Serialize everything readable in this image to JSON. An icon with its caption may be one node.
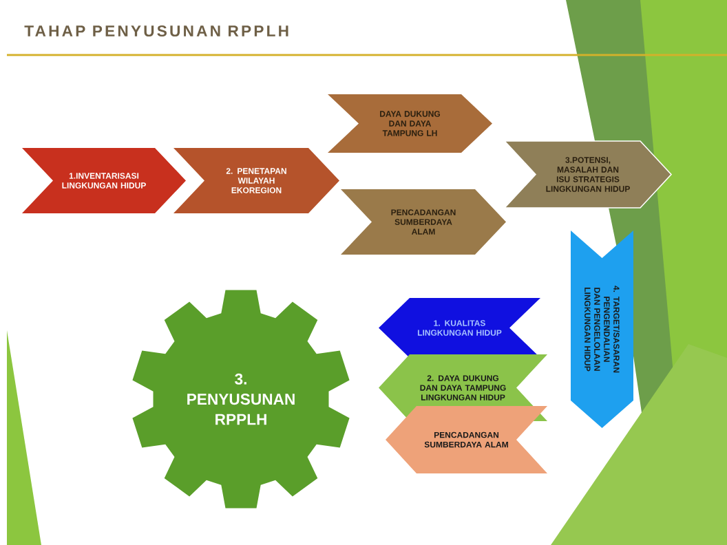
{
  "diagram": {
    "title": "TAHAP PENYUSUNAN RPPLH",
    "nodes": [
      {
        "text": [
          "1.INVENTARISASI LINGKUNGAN HIDUP"
        ]
      },
      {
        "text": [
          "2. PENETAPAN WILAYAH EKOREGION"
        ]
      },
      {
        "text": [
          "DAYA DUKUNG DAN DAYA TAMPUNG LH"
        ]
      },
      {
        "text": [
          "PENCADANGAN SUMBERDAYA ALAM"
        ]
      },
      {
        "text": [
          "3.POTENSI, MASALAH DAN ISU STRATEGIS LINGKUNGAN HIDUP"
        ]
      },
      {
        "text": [
          "4. TARGET/SASARAN PENGENDALIAN DAN PENGELOLAAN LINGKUNGAN HIDUP"
        ]
      },
      {
        "text": [
          "3. PENYUSUNAN RPPLH"
        ]
      },
      {
        "text": [
          "1. KUALITAS LINGKUNGAN HIDUP"
        ]
      },
      {
        "text": [
          "2. DAYA DUKUNG DAN DAYA TAMPUNG LINGKUNGAN HIDUP"
        ]
      },
      {
        "text": [
          "PENCADANGAN SUMBERDAYA ALAM"
        ]
      }
    ]
  }
}
